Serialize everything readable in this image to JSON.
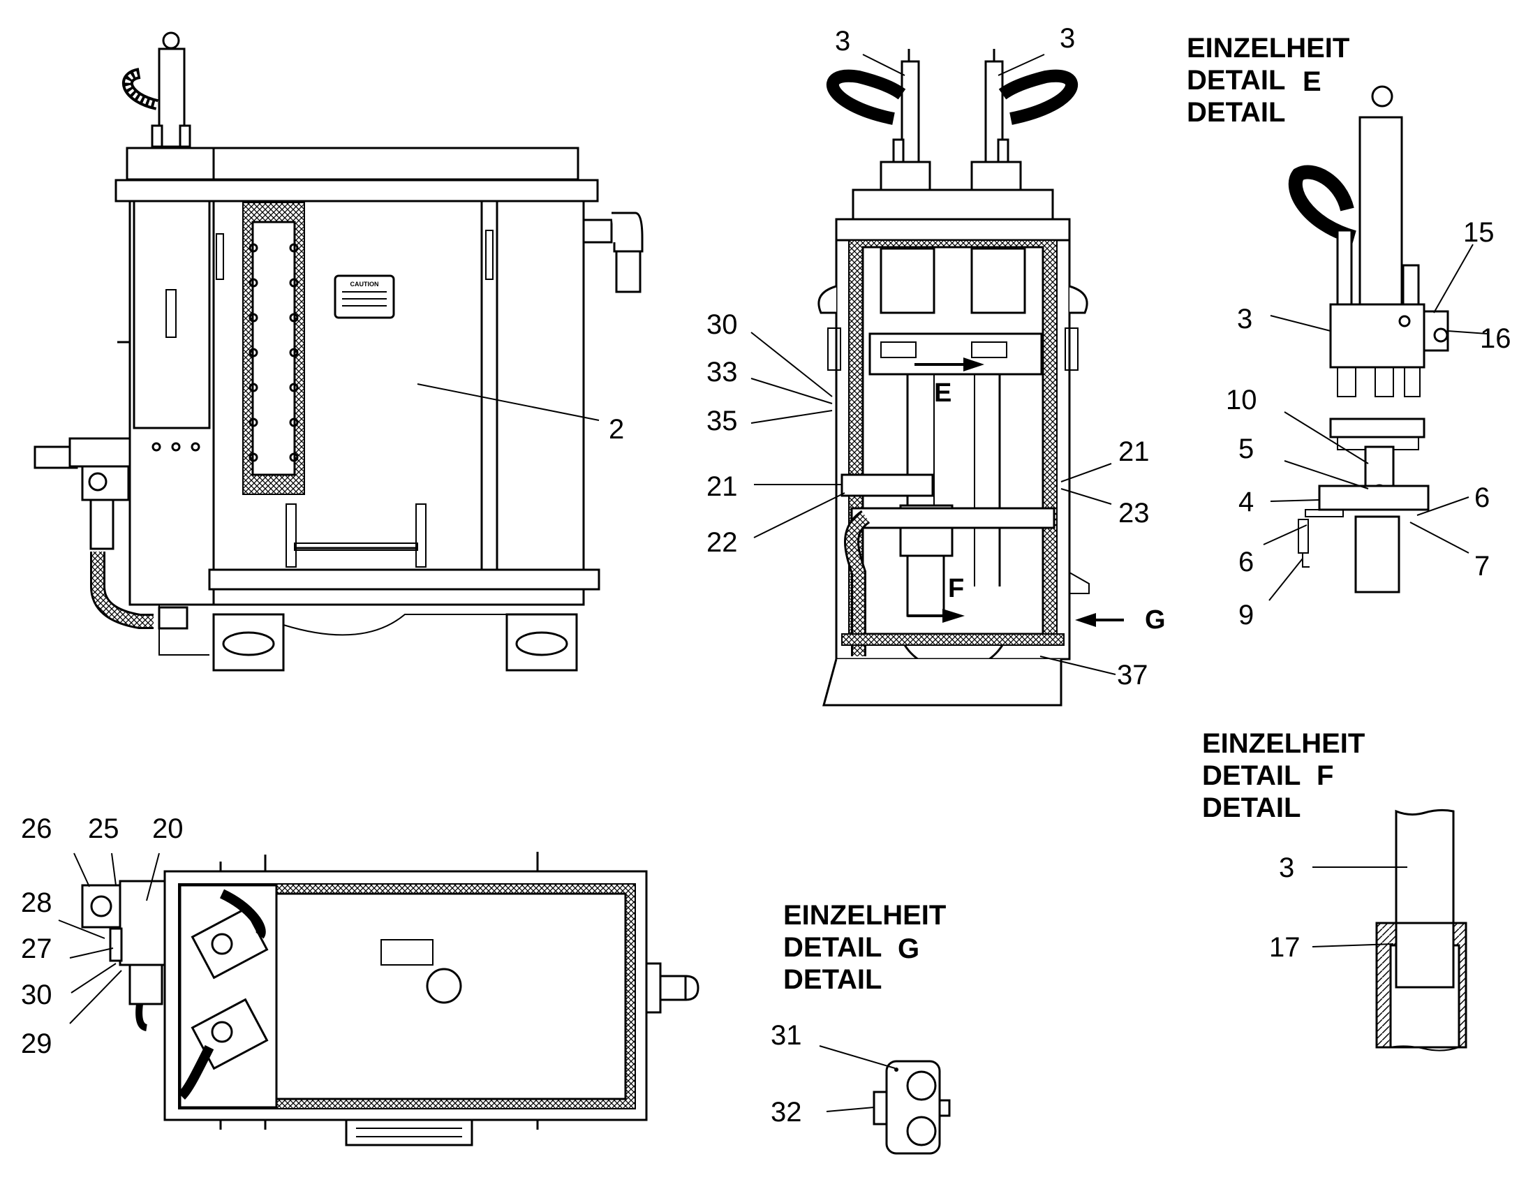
{
  "headings": {
    "detail_e": [
      "EINZELHEIT",
      "DETAIL",
      "DETAIL"
    ],
    "detail_e_letter": "E",
    "detail_f": [
      "EINZELHEIT",
      "DETAIL",
      "DETAIL"
    ],
    "detail_f_letter": "F",
    "detail_g": [
      "EINZELHEIT",
      "DETAIL",
      "DETAIL"
    ],
    "detail_g_letter": "G"
  },
  "view_markers": {
    "e": "E",
    "f": "F",
    "g": "G"
  },
  "caution_label": "CAUTION",
  "callouts": {
    "side_view": [
      "2"
    ],
    "front_view": [
      "3",
      "3",
      "30",
      "33",
      "35",
      "21",
      "22",
      "21",
      "23",
      "37"
    ],
    "top_view": [
      "26",
      "25",
      "20",
      "28",
      "27",
      "30",
      "29"
    ],
    "detail_e": [
      "15",
      "3",
      "16",
      "10",
      "5",
      "4",
      "6",
      "6",
      "7",
      "9"
    ],
    "detail_f": [
      "3",
      "17"
    ],
    "detail_g": [
      "31",
      "32"
    ]
  }
}
